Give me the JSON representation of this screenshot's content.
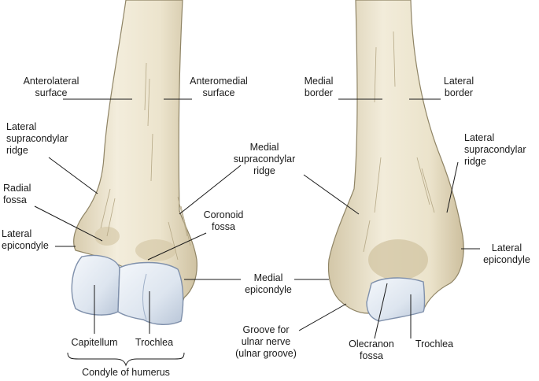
{
  "anterior": {
    "anterolateral_surface": [
      "Anterolateral",
      "surface"
    ],
    "anteromedial_surface": [
      "Anteromedial",
      "surface"
    ],
    "lateral_supracondylar_ridge": [
      "Lateral",
      "supracondylar",
      "ridge"
    ],
    "medial_supracondylar_ridge": [
      "Medial",
      "supracondylar",
      "ridge"
    ],
    "radial_fossa": [
      "Radial",
      "fossa"
    ],
    "coronoid_fossa": [
      "Coronoid",
      "fossa"
    ],
    "lateral_epicondyle": [
      "Lateral",
      "epicondyle"
    ],
    "medial_epicondyle": [
      "Medial",
      "epicondyle"
    ],
    "capitellum": "Capitellum",
    "trochlea": "Trochlea",
    "condyle_of_humerus": "Condyle of humerus"
  },
  "posterior": {
    "medial_border": [
      "Medial",
      "border"
    ],
    "lateral_border": [
      "Lateral",
      "border"
    ],
    "lateral_supracondylar_ridge": [
      "Lateral",
      "supracondylar",
      "ridge"
    ],
    "lateral_epicondyle": [
      "Lateral",
      "epicondyle"
    ],
    "groove_ulnar_nerve": [
      "Groove for",
      "ulnar nerve",
      "(ulnar groove)"
    ],
    "olecranon_fossa": [
      "Olecranon",
      "fossa"
    ],
    "trochlea": "Trochlea"
  },
  "colors": {
    "bone_fill": "#efe8d4",
    "bone_shade": "#d8ccae",
    "bone_outline": "#8f8465",
    "cartilage": "#dfe6f0",
    "cartilage_outline": "#7f90ab",
    "leader": "#1a1a1a"
  }
}
